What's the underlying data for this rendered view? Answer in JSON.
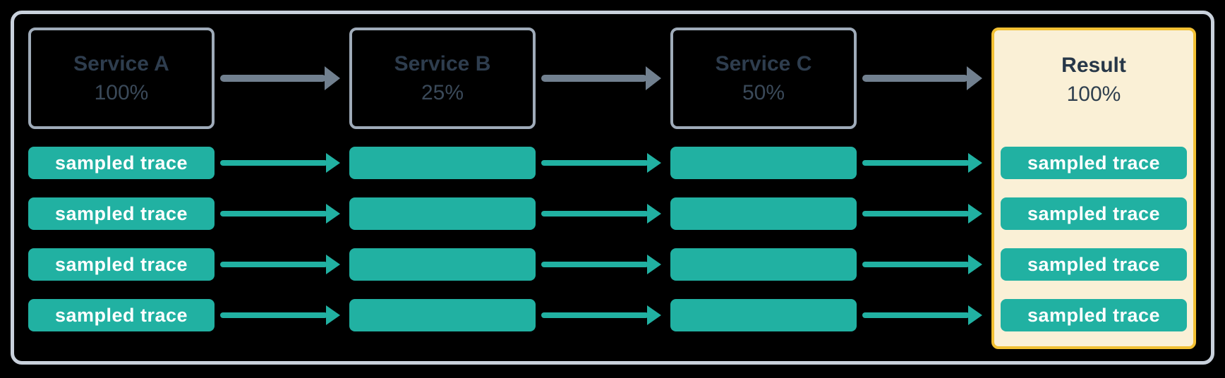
{
  "colors": {
    "background": "#000000",
    "frame-border": "#c9d1dc",
    "service-border": "#9fabb9",
    "service-title": "#2e3d4e",
    "service-rate": "#3a4959",
    "flow-arrow": "#71808f",
    "teal": "#21b1a2",
    "trace-text": "#ffffff",
    "result-bg": "#faf0d6",
    "result-border": "#f2c033",
    "result-title": "#273748",
    "result-rate": "#30404f"
  },
  "services": [
    {
      "name": "Service A",
      "rate": "100%",
      "traces": [
        "sampled trace",
        "sampled trace",
        "sampled trace",
        "sampled trace"
      ]
    },
    {
      "name": "Service B",
      "rate": "25%",
      "traces": [
        "",
        "",
        "",
        ""
      ]
    },
    {
      "name": "Service C",
      "rate": "50%",
      "traces": [
        "",
        "",
        "",
        ""
      ]
    }
  ],
  "result": {
    "name": "Result",
    "rate": "100%",
    "traces": [
      "sampled trace",
      "sampled trace",
      "sampled trace",
      "sampled trace"
    ]
  }
}
